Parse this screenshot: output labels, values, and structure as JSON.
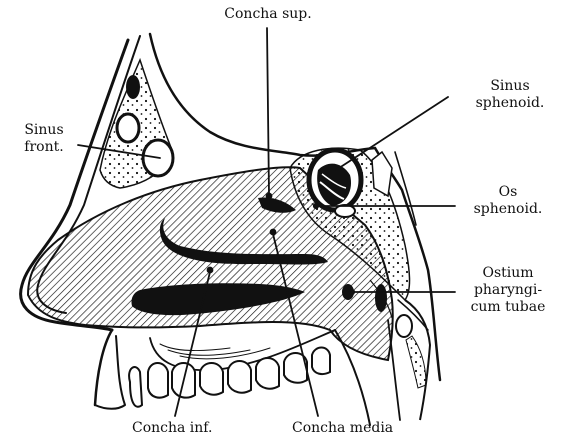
{
  "labels": {
    "concha_sup": "Concha sup.",
    "sinus_sphenoid": [
      "Sinus",
      "sphenoid."
    ],
    "sinus_front": [
      "Sinus",
      "front."
    ],
    "os_sphenoid": [
      "Os",
      "sphenoid."
    ],
    "ostium": [
      "Ostium",
      "pharyngi-",
      "cum tubae"
    ],
    "concha_inf": "Concha inf.",
    "concha_media": "Concha media"
  },
  "colors": {
    "ink": "#111111",
    "paper": "#ffffff"
  }
}
